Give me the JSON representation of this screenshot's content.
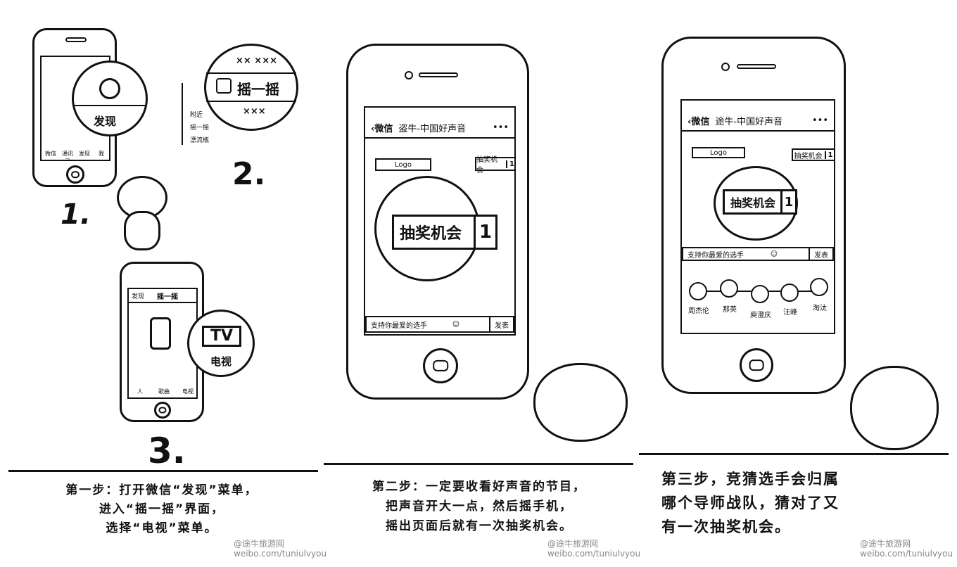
{
  "step1": {
    "bubble_label": "发现",
    "tabbar": [
      "微信",
      "通讯录",
      "发现",
      "我"
    ],
    "number": "1.",
    "menu_items": [
      "×× ×××",
      "摇一摇",
      "×××"
    ],
    "list_items": [
      "附近",
      "摇一摇",
      "漂流瓶"
    ],
    "number2": "2.",
    "shake_title": "摇一摇",
    "back_label": "发现",
    "tv_label": "TV",
    "tv_caption": "电视",
    "bottom_tabs": [
      "人",
      "歌曲",
      "电视"
    ],
    "number3": "3.",
    "caption": [
      "第一步：打开微信“发现”菜单，",
      "进入“摇一摇”界面，",
      "选择“电视”菜单。"
    ]
  },
  "step2": {
    "back_label": "微信",
    "title": "盗牛-中国好声音",
    "more": "•••",
    "logo": "Logo",
    "chance_small": "抽奖机会",
    "chance_num": "1",
    "lottery_label": "抽奖机会",
    "input_text": "支持你最爱的选手",
    "send_label": "发表",
    "caption": [
      "第二步：一定要收看好声音的节目，",
      "把声音开大一点，然后摇手机，",
      "摇出页面后就有一次抽奖机会。"
    ]
  },
  "step3": {
    "back_label": "微信",
    "title": "途牛-中国好声音",
    "more": "•••",
    "logo": "Logo",
    "chance_small": "抽奖机会",
    "chance_num": "1",
    "lottery_label": "抽奖机会",
    "input_text": "支持你最爱的选手",
    "send_label": "发表",
    "contestants": [
      "周杰伦",
      "那英",
      "庾澄庆",
      "汪峰",
      "淘汰"
    ],
    "caption": [
      "第三步，竞猜选手会归属",
      "哪个导师战队，猜对了又",
      "有一次抽奖机会。"
    ]
  },
  "watermark": {
    "handle": "@途牛旅游网",
    "url": "weibo.com/tuniulvyou"
  }
}
